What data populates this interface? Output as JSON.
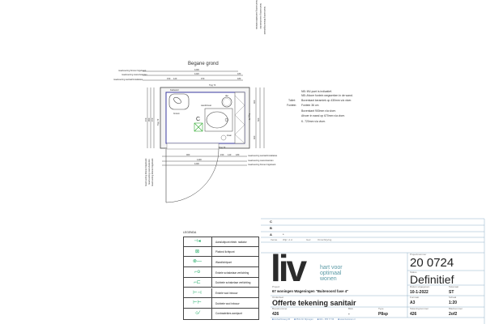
{
  "drawing": {
    "title": "Begane grond",
    "room_marker": "C",
    "labels": {
      "fontein": "fontein",
      "wandcloset": "wandcloset",
      "afvoer": "dbo",
      "kraan": "kraan",
      "trap_top": "Trpg 70",
      "trap_left": "Trpg 70",
      "trap_right": "Trpg 70",
      "trap_bottom": "Trpg 70",
      "kast": "Kastwand"
    },
    "dims_top": [
      {
        "label": "maatvoering binnen bigelwerk",
        "value": "1200"
      },
      {
        "label": "maatvoering casco/wanden",
        "value": "1220",
        "right": "180"
      },
      {
        "label": "maatvoering sanitair/installaties",
        "value": "970",
        "left1": "150",
        "left2": "120",
        "right": "180"
      }
    ],
    "dims_bottom": [
      {
        "label": "maatvoering sanitair/installaties",
        "value": "960",
        "r1": "150",
        "r2": "140",
        "r3": "180"
      },
      {
        "label": "maatvoering casco/wanden",
        "value": "1400"
      },
      {
        "label": "maatvoering binnen bigelwerk",
        "value": "1200"
      }
    ],
    "dims_left": [
      "970",
      "950",
      "970"
    ],
    "dims_right": [
      "400",
      "500",
      "400"
    ],
    "side_labels_left": [
      "maatvoering binnen bigelwerk",
      "maatvoering casco/wanden",
      "maatvoering binnen bigelwerk"
    ],
    "side_labels_right": [
      "maatvoering sanitair/installaties",
      "maatvoering casco/wanden",
      "maatvoering binnen bigelwerk"
    ]
  },
  "notes": [
    {
      "key": "",
      "text": "NB: MV-punt is indicatief."
    },
    {
      "key": "",
      "text": "NB: Afvoer fontein wegwerken in de wand."
    },
    {
      "key": "Toilet:",
      "text": "Bovenkant keramiek op 430mm v/a vloer."
    },
    {
      "key": "Fontein:",
      "text": "Fontein 36 cm"
    },
    {
      "key": "",
      "text": "Bovenkant 900mm v/a vloer."
    },
    {
      "key": "",
      "text": "Afvoer in wand op 670mm v/a vloer."
    },
    {
      "key": "",
      "text": "K. 720mm v/a vloer."
    }
  ],
  "legend": {
    "title": "LEGENDA",
    "items": [
      {
        "symbol": "⊣◂",
        "label": "Aansluitpunt elektr. radiator"
      },
      {
        "symbol": "⊠",
        "label": "Plafond lichtpunt"
      },
      {
        "symbol": "⊗—",
        "label": "Wandlichtpunt"
      },
      {
        "symbol": "⌐o",
        "label": "Enkele schakelaar verlichting"
      },
      {
        "symbol": "⌐⊏",
        "label": "Dubbele schakelaar verlichting"
      },
      {
        "symbol": "⊢⊣",
        "label": "Enkele wcd inbouw"
      },
      {
        "symbol": "⊢⊢",
        "label": "Dubbele wcd inbouw"
      },
      {
        "symbol": "⊹⁄",
        "label": "Contrastekies aardpunt"
      }
    ]
  },
  "revisions": {
    "rows": [
      {
        "id": "C",
        "text": ""
      },
      {
        "id": "B",
        "text": ""
      },
      {
        "id": "A",
        "text": "*"
      }
    ],
    "header": [
      "Versie",
      "Wijz. d.d.",
      "Gez.",
      "Omschrijving"
    ]
  },
  "titleblock": {
    "logo_text": "liv",
    "tagline": [
      "hart voor",
      "optimaal",
      "wonen"
    ],
    "project_label": "Project",
    "project": "67 woningen Wageningen \"Buitenoord fase 4\"",
    "part_label": "Onderdeel",
    "part": "Offerte tekening sanitair",
    "bouwnummer_label": "Bouwnummer",
    "bouwnummer": "426",
    "blok_label": "Blok",
    "blok": "-",
    "type_label": "Type",
    "type": "P8sp",
    "projectnummer_label": "Projectnummer",
    "projectnummer": "20 0724",
    "status_label": "Status",
    "status": "Definitief",
    "datum_label": "Datum uitgegeven",
    "datum": "10-1-2022",
    "tekenaar_label": "Tekenaar",
    "tekenaar": "ST",
    "formaat_label": "Formaat",
    "formaat": "A3",
    "schaal_label": "Schaal",
    "schaal": "1:20",
    "tekeningnummer_label": "Tekeningnummer",
    "tekeningnummer": "426",
    "blad_label": "Bladnummer",
    "blad": "2of2",
    "footer": [
      "Ambachtsweg 36",
      "6541 AV Nijmegen",
      "024 - 355 77 66",
      "www.livwonen.nl"
    ],
    "colors": {
      "logo_dark": "#2b2b2b",
      "logo_accent": "#5b9aa6",
      "bullet": "#2a5fa8"
    }
  }
}
